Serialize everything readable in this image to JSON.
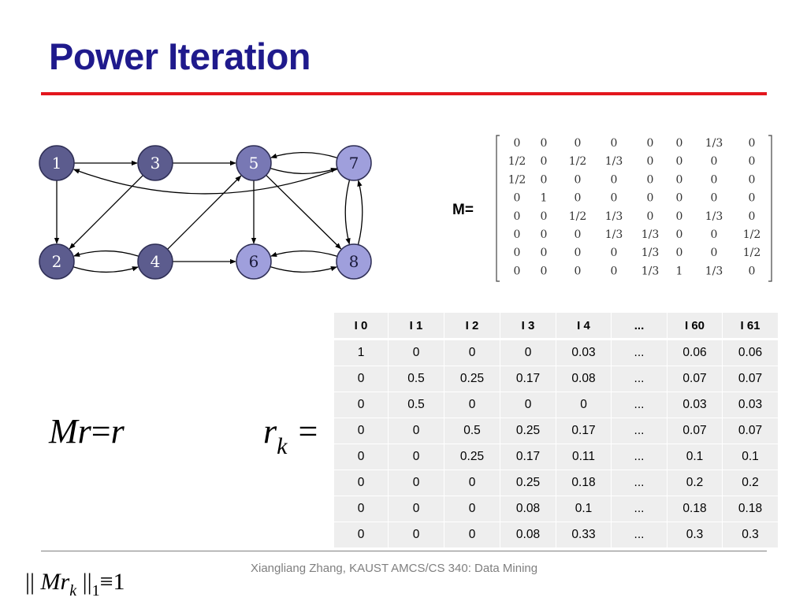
{
  "slide": {
    "title": "Power Iteration",
    "footer": "Xiangliang Zhang, KAUST AMCS/CS 340: Data Mining"
  },
  "colors": {
    "title": "#1f1a8c",
    "title_rule": "#e3161d",
    "node_dark": "#5c5c8e",
    "node_medium": "#7878b4",
    "node_light": "#9f9fdc",
    "table_bg": "#eeeeee"
  },
  "graph": {
    "nodes": [
      {
        "id": "1",
        "label": "1",
        "shade": "dark"
      },
      {
        "id": "2",
        "label": "2",
        "shade": "dark"
      },
      {
        "id": "3",
        "label": "3",
        "shade": "dark"
      },
      {
        "id": "4",
        "label": "4",
        "shade": "dark"
      },
      {
        "id": "5",
        "label": "5",
        "shade": "medium"
      },
      {
        "id": "6",
        "label": "6",
        "shade": "light"
      },
      {
        "id": "7",
        "label": "7",
        "shade": "light"
      },
      {
        "id": "8",
        "label": "8",
        "shade": "light"
      }
    ],
    "edges": [
      {
        "from": "1",
        "to": "3"
      },
      {
        "from": "1",
        "to": "2"
      },
      {
        "from": "3",
        "to": "5"
      },
      {
        "from": "3",
        "to": "2"
      },
      {
        "from": "2",
        "to": "4"
      },
      {
        "from": "4",
        "to": "2"
      },
      {
        "from": "4",
        "to": "5"
      },
      {
        "from": "4",
        "to": "6"
      },
      {
        "from": "5",
        "to": "7"
      },
      {
        "from": "7",
        "to": "5"
      },
      {
        "from": "5",
        "to": "6"
      },
      {
        "from": "5",
        "to": "8"
      },
      {
        "from": "6",
        "to": "8"
      },
      {
        "from": "8",
        "to": "6"
      },
      {
        "from": "7",
        "to": "8"
      },
      {
        "from": "8",
        "to": "7"
      },
      {
        "from": "7",
        "to": "1"
      }
    ]
  },
  "matrix": {
    "label": "M=",
    "rows": [
      [
        "0",
        "0",
        "0",
        "0",
        "0",
        "0",
        "1/3",
        "0"
      ],
      [
        "1/2",
        "0",
        "1/2",
        "1/3",
        "0",
        "0",
        "0",
        "0"
      ],
      [
        "1/2",
        "0",
        "0",
        "0",
        "0",
        "0",
        "0",
        "0"
      ],
      [
        "0",
        "1",
        "0",
        "0",
        "0",
        "0",
        "0",
        "0"
      ],
      [
        "0",
        "0",
        "1/2",
        "1/3",
        "0",
        "0",
        "1/3",
        "0"
      ],
      [
        "0",
        "0",
        "0",
        "1/3",
        "1/3",
        "0",
        "0",
        "1/2"
      ],
      [
        "0",
        "0",
        "0",
        "0",
        "1/3",
        "0",
        "0",
        "1/2"
      ],
      [
        "0",
        "0",
        "0",
        "0",
        "1/3",
        "1",
        "1/3",
        "0"
      ]
    ]
  },
  "equations": {
    "fixed_point": {
      "lhs": "Mr",
      "eq": "=",
      "rhs": "r"
    },
    "rk": {
      "var": "r",
      "sub": "k",
      "eq": "="
    },
    "norm": {
      "bars_left": "||",
      "expr": "Mr",
      "sub_k": "k",
      "bars_right": "||",
      "sub_1": "1",
      "equiv": "≡",
      "value": "1"
    }
  },
  "iteration_table": {
    "headers": [
      "I 0",
      "I 1",
      "I 2",
      "I 3",
      "I 4",
      "...",
      "I 60",
      "I 61"
    ],
    "rows": [
      [
        "1",
        "0",
        "0",
        "0",
        "0.03",
        "...",
        "0.06",
        "0.06"
      ],
      [
        "0",
        "0.5",
        "0.25",
        "0.17",
        "0.08",
        "...",
        "0.07",
        "0.07"
      ],
      [
        "0",
        "0.5",
        "0",
        "0",
        "0",
        "...",
        "0.03",
        "0.03"
      ],
      [
        "0",
        "0",
        "0.5",
        "0.25",
        "0.17",
        "...",
        "0.07",
        "0.07"
      ],
      [
        "0",
        "0",
        "0.25",
        "0.17",
        "0.11",
        "...",
        "0.1",
        "0.1"
      ],
      [
        "0",
        "0",
        "0",
        "0.25",
        "0.18",
        "...",
        "0.2",
        "0.2"
      ],
      [
        "0",
        "0",
        "0",
        "0.08",
        "0.1",
        "...",
        "0.18",
        "0.18"
      ],
      [
        "0",
        "0",
        "0",
        "0.08",
        "0.33",
        "...",
        "0.3",
        "0.3"
      ]
    ]
  }
}
